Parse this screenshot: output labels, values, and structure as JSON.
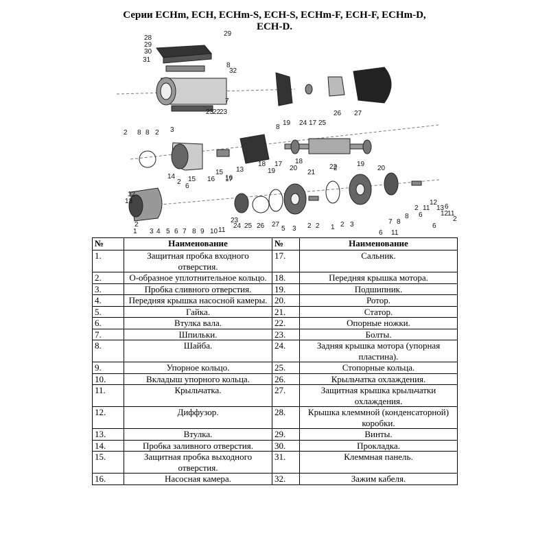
{
  "title": {
    "line1": "Серии ECHm, ECH, ECHm-S, ECH-S, ECHm-F, ECH-F, ECHm-D,",
    "line2": "ECH-D."
  },
  "diagram": {
    "callouts": [
      "28",
      "29",
      "30",
      "31",
      "29",
      "8",
      "32",
      "1",
      "2",
      "3",
      "4",
      "5",
      "6",
      "7",
      "8",
      "9",
      "10",
      "11",
      "12",
      "13",
      "14",
      "15",
      "16",
      "17",
      "18",
      "19",
      "20",
      "21",
      "22",
      "23",
      "24",
      "25",
      "26",
      "27",
      "5",
      "3",
      "2",
      "2",
      "1",
      "2",
      "3",
      "7",
      "8",
      "8",
      "2",
      "6",
      "11",
      "12",
      "13",
      "6",
      "11",
      "2",
      "12",
      "6",
      "11",
      "6",
      "6",
      "2",
      "15",
      "16",
      "13",
      "17",
      "18",
      "2",
      "19",
      "20",
      "19",
      "24",
      "17",
      "25",
      "26",
      "27",
      "8",
      "7",
      "23",
      "22",
      "23",
      "2",
      "8",
      "8",
      "2",
      "3"
    ]
  },
  "table": {
    "headers": {
      "num1": "№",
      "name1": "Наименование",
      "num2": "№",
      "name2": "Наименование"
    },
    "rows": [
      {
        "n1": "1.",
        "t1": "Защитная пробка входного отверстия.",
        "n2": "17.",
        "t2": "Сальник."
      },
      {
        "n1": "2.",
        "t1": "О-образное уплотнительное кольцо.",
        "n2": "18.",
        "t2": "Передняя крышка мотора."
      },
      {
        "n1": "3.",
        "t1": "Пробка сливного отверстия.",
        "n2": "19.",
        "t2": "Подшипник."
      },
      {
        "n1": "4.",
        "t1": "Передняя крышка насосной камеры.",
        "n2": "20.",
        "t2": "Ротор."
      },
      {
        "n1": "5.",
        "t1": "Гайка.",
        "n2": "21.",
        "t2": "Статор."
      },
      {
        "n1": "6.",
        "t1": "Втулка вала.",
        "n2": "22.",
        "t2": "Опорные ножки."
      },
      {
        "n1": "7.",
        "t1": "Шпильки.",
        "n2": "23.",
        "t2": "Болты."
      },
      {
        "n1": "8.",
        "t1": "Шайба.",
        "n2": "24.",
        "t2": "Задняя крышка мотора (упорная пластина)."
      },
      {
        "n1": "9.",
        "t1": "Упорное кольцо.",
        "n2": "25.",
        "t2": "Стопорные кольца."
      },
      {
        "n1": "10.",
        "t1": "Вкладыш упорного кольца.",
        "n2": "26.",
        "t2": "Крыльчатка охлаждения."
      },
      {
        "n1": "11.",
        "t1": "Крыльчатка.",
        "n2": "27.",
        "t2": "Защитная крышка крыльчатки охлаждения."
      },
      {
        "n1": "12.",
        "t1": "Диффузор.",
        "n2": "28.",
        "t2": "Крышка клеммной (конденсаторной) коробки."
      },
      {
        "n1": "13.",
        "t1": "Втулка.",
        "n2": "29.",
        "t2": "Винты."
      },
      {
        "n1": "14.",
        "t1": "Пробка заливного отверстия.",
        "n2": "30.",
        "t2": "Прокладка."
      },
      {
        "n1": "15.",
        "t1": "Защитная пробка выходного отверстия.",
        "n2": "31.",
        "t2": "Клеммная панель."
      },
      {
        "n1": "16.",
        "t1": "Насосная камера.",
        "n2": "32.",
        "t2": "Зажим кабеля."
      }
    ]
  }
}
